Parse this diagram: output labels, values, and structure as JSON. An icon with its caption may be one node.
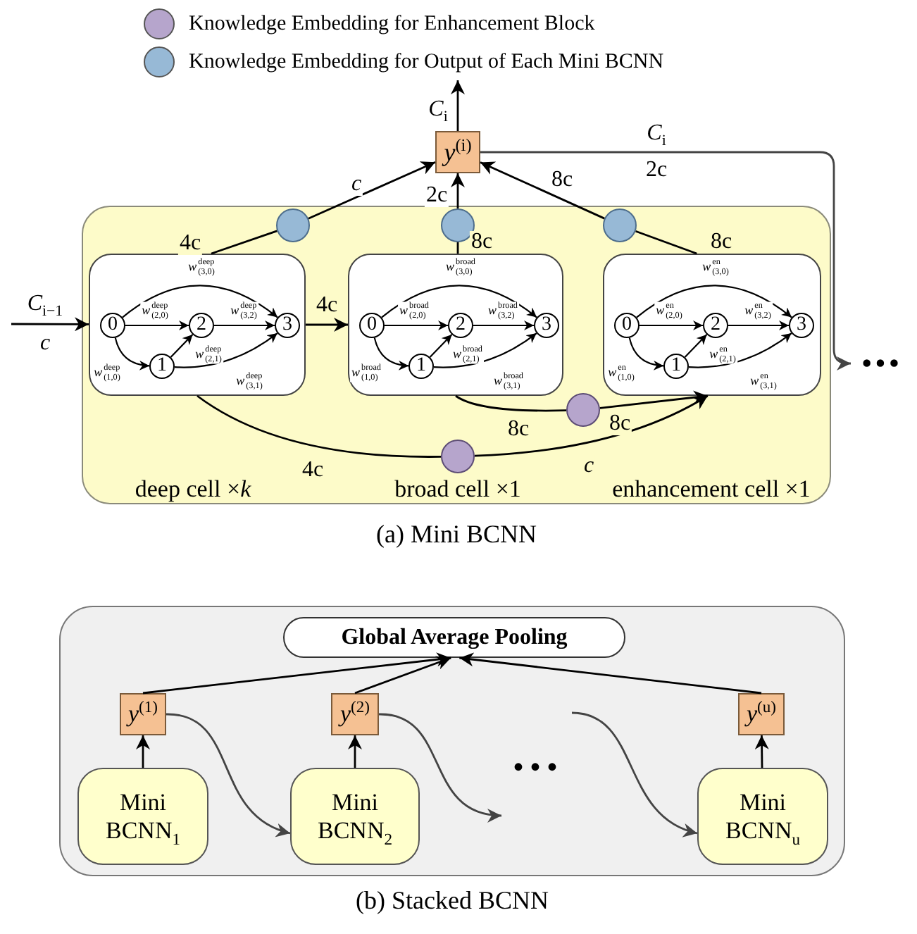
{
  "diagram": {
    "nodes": [
      {
        "text": [
          "(a) Mini BCNN"
        ]
      },
      {
        "text": [],
        "shape": "box",
        "in": 0
      },
      {
        "text": [
          "0"
        ],
        "in": 1
      },
      {
        "text": [
          "1"
        ],
        "in": 1
      },
      {
        "text": [
          "2"
        ],
        "in": 1
      },
      {
        "text": [
          "3"
        ],
        "in": 1
      },
      {
        "text": [],
        "shape": "box",
        "in": 0
      },
      {
        "text": [
          "0"
        ],
        "in": 6
      },
      {
        "text": [
          "1"
        ],
        "in": 6
      },
      {
        "text": [
          "2"
        ],
        "in": 6
      },
      {
        "text": [
          "3"
        ],
        "in": 6
      },
      {
        "text": [],
        "shape": "box",
        "in": 0
      },
      {
        "text": [
          "0"
        ],
        "in": 11
      },
      {
        "text": [
          "1"
        ],
        "in": 11
      },
      {
        "text": [
          "2"
        ],
        "in": 11
      },
      {
        "text": [
          "3"
        ],
        "in": 11
      },
      {
        "text": [],
        "shape": "circle",
        "in": 0
      },
      {
        "text": [],
        "shape": "circle",
        "in": 0
      },
      {
        "text": [],
        "shape": "circle",
        "in": 0
      },
      {
        "text": [],
        "shape": "circle",
        "in": 0
      },
      {
        "text": [],
        "shape": "circle",
        "in": 0
      },
      {
        "text": [
          "*y*$^{(i)}$"
        ]
      },
      {
        "text": [
          "•••"
        ]
      },
      {
        "text": [
          "(b) Stacked BCNN"
        ]
      },
      {
        "text": [
          "Global Average Pooling"
        ],
        "in": 23
      },
      {
        "text": [
          "*y*$^{(1)}$"
        ],
        "in": 23
      },
      {
        "text": [
          "*y*$^{(2)}$"
        ],
        "in": 23
      },
      {
        "text": [
          "*y*$^{(u)}$"
        ],
        "in": 23
      },
      {
        "text": [
          "Mini BCNN$_{1}$"
        ],
        "in": 23
      },
      {
        "text": [
          "Mini BCNN$_{2}$"
        ],
        "in": 23
      },
      {
        "text": [
          "Mini BCNN$_{u}$"
        ],
        "in": 23
      }
    ],
    "edges": [
      {
        "from": null,
        "to": 1,
        "arrow": "to",
        "label": "*C*$_{i−1}$ *c*"
      },
      {
        "from": 1,
        "to": 6,
        "arrow": "to",
        "label": "4c"
      },
      {
        "from": 1,
        "to": 16,
        "arrow": "none",
        "label": "4c"
      },
      {
        "from": 16,
        "to": 21,
        "arrow": "to",
        "label": "*c*"
      },
      {
        "from": 6,
        "to": 17,
        "arrow": "none",
        "label": "8c"
      },
      {
        "from": 17,
        "to": 21,
        "arrow": "to",
        "label": "2c"
      },
      {
        "from": 11,
        "to": 18,
        "arrow": "none",
        "label": "8c"
      },
      {
        "from": 18,
        "to": 21,
        "arrow": "to",
        "label": "8c"
      },
      {
        "from": 6,
        "to": 19,
        "arrow": "none",
        "label": "8c"
      },
      {
        "from": 19,
        "to": 11,
        "arrow": "to",
        "label": "8c"
      },
      {
        "from": 1,
        "to": 20,
        "arrow": "none",
        "label": "4c"
      },
      {
        "from": 20,
        "to": 11,
        "arrow": "to",
        "label": "*c*"
      },
      {
        "from": 21,
        "to": null,
        "arrow": "to",
        "label": "*C*$_{i}$"
      },
      {
        "from": 21,
        "to": 22,
        "arrow": "to",
        "label": "*C*$_{i}$ 2c"
      },
      {
        "from": 2,
        "to": 3,
        "arrow": "to",
        "label": "*w*$^{deep}$$_{(1,0)}$"
      },
      {
        "from": 2,
        "to": 4,
        "arrow": "to",
        "label": "*w*$^{deep}$$_{(2,0)}$"
      },
      {
        "from": 2,
        "to": 5,
        "arrow": "to",
        "label": "*w*$^{deep}$$_{(3,0)}$"
      },
      {
        "from": 3,
        "to": 4,
        "arrow": "to",
        "label": "*w*$^{deep}$$_{(2,1)}$"
      },
      {
        "from": 4,
        "to": 5,
        "arrow": "to",
        "label": "*w*$^{deep}$$_{(3,2)}$"
      },
      {
        "from": 3,
        "to": 5,
        "arrow": "to",
        "label": "*w*$^{deep}$$_{(3,1)}$"
      },
      {
        "from": 7,
        "to": 8,
        "arrow": "to",
        "label": "*w*$^{broad}$$_{(1,0)}$"
      },
      {
        "from": 7,
        "to": 9,
        "arrow": "to",
        "label": "*w*$^{broad}$$_{(2,0)}$"
      },
      {
        "from": 7,
        "to": 10,
        "arrow": "to",
        "label": "*w*$^{broad}$$_{(3,0)}$"
      },
      {
        "from": 8,
        "to": 9,
        "arrow": "to",
        "label": "*w*$^{broad}$$_{(2,1)}$"
      },
      {
        "from": 9,
        "to": 10,
        "arrow": "to",
        "label": "*w*$^{broad}$$_{(3,2)}$"
      },
      {
        "from": 8,
        "to": 10,
        "arrow": "to",
        "label": "*w*$^{broad}$$_{(3,1)}$"
      },
      {
        "from": 12,
        "to": 13,
        "arrow": "to",
        "label": "*w*$^{en}$$_{(1,0)}$"
      },
      {
        "from": 12,
        "to": 14,
        "arrow": "to",
        "label": "*w*$^{en}$$_{(2,0)}$"
      },
      {
        "from": 12,
        "to": 15,
        "arrow": "to",
        "label": "*w*$^{en}$$_{(3,0)}$"
      },
      {
        "from": 13,
        "to": 14,
        "arrow": "to",
        "label": "*w*$^{en}$$_{(2,1)}$"
      },
      {
        "from": 14,
        "to": 15,
        "arrow": "to",
        "label": "*w*$^{en}$$_{(3,2)}$"
      },
      {
        "from": 13,
        "to": 15,
        "arrow": "to",
        "label": "*w*$^{en}$$_{(3,1)}$"
      },
      {
        "from": 28,
        "to": 25,
        "arrow": "to"
      },
      {
        "from": 29,
        "to": 26,
        "arrow": "to"
      },
      {
        "from": 30,
        "to": 27,
        "arrow": "to"
      },
      {
        "from": 25,
        "to": 24,
        "arrow": "to"
      },
      {
        "from": 26,
        "to": 24,
        "arrow": "to"
      },
      {
        "from": 27,
        "to": 24,
        "arrow": "to"
      },
      {
        "from": 25,
        "to": 29,
        "arrow": "to"
      },
      {
        "from": 26,
        "to": null,
        "arrow": "to"
      },
      {
        "from": null,
        "to": 30,
        "arrow": "to"
      }
    ],
    "labels": [
      "deep cell ×*k*",
      "broad cell ×1",
      "enhancement cell ×1",
      "• • •"
    ],
    "legend": [
      {
        "text": "Knowledge Embedding for Enhancement Block",
        "color": "#b6a5cc"
      },
      {
        "text": "Knowledge Embedding for Output of Each Mini BCNN",
        "color": "#97b9d6"
      }
    ]
  }
}
